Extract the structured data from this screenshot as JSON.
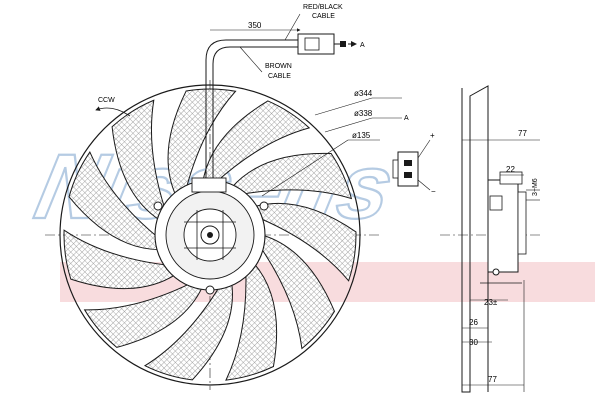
{
  "colors": {
    "line": "#1a1a1a",
    "hatch": "#8f8f8f",
    "watermark_text": "#a9c3df",
    "watermark_band": "#e58c92"
  },
  "watermark": {
    "text": "Nissens"
  },
  "labels": {
    "red_black_cable_line1": "RED/BLACK",
    "red_black_cable_line2": "CABLE",
    "brown_cable_line1": "BROWN",
    "brown_cable_line2": "CABLE",
    "cable_length": "350",
    "connector_ref": "A",
    "detail_ref": "A",
    "rotation": "CCW",
    "dia_outer": "ø344",
    "dia_blade": "ø338",
    "dia_hub": "ø135",
    "plus_terminal": "+",
    "minus_terminal": "−"
  },
  "dimensions": {
    "d77_top": "77",
    "d22": "22",
    "d3m6": "3−M6",
    "d23": "23±",
    "d26": "26",
    "d30": "30",
    "d77_bottom": "77"
  }
}
